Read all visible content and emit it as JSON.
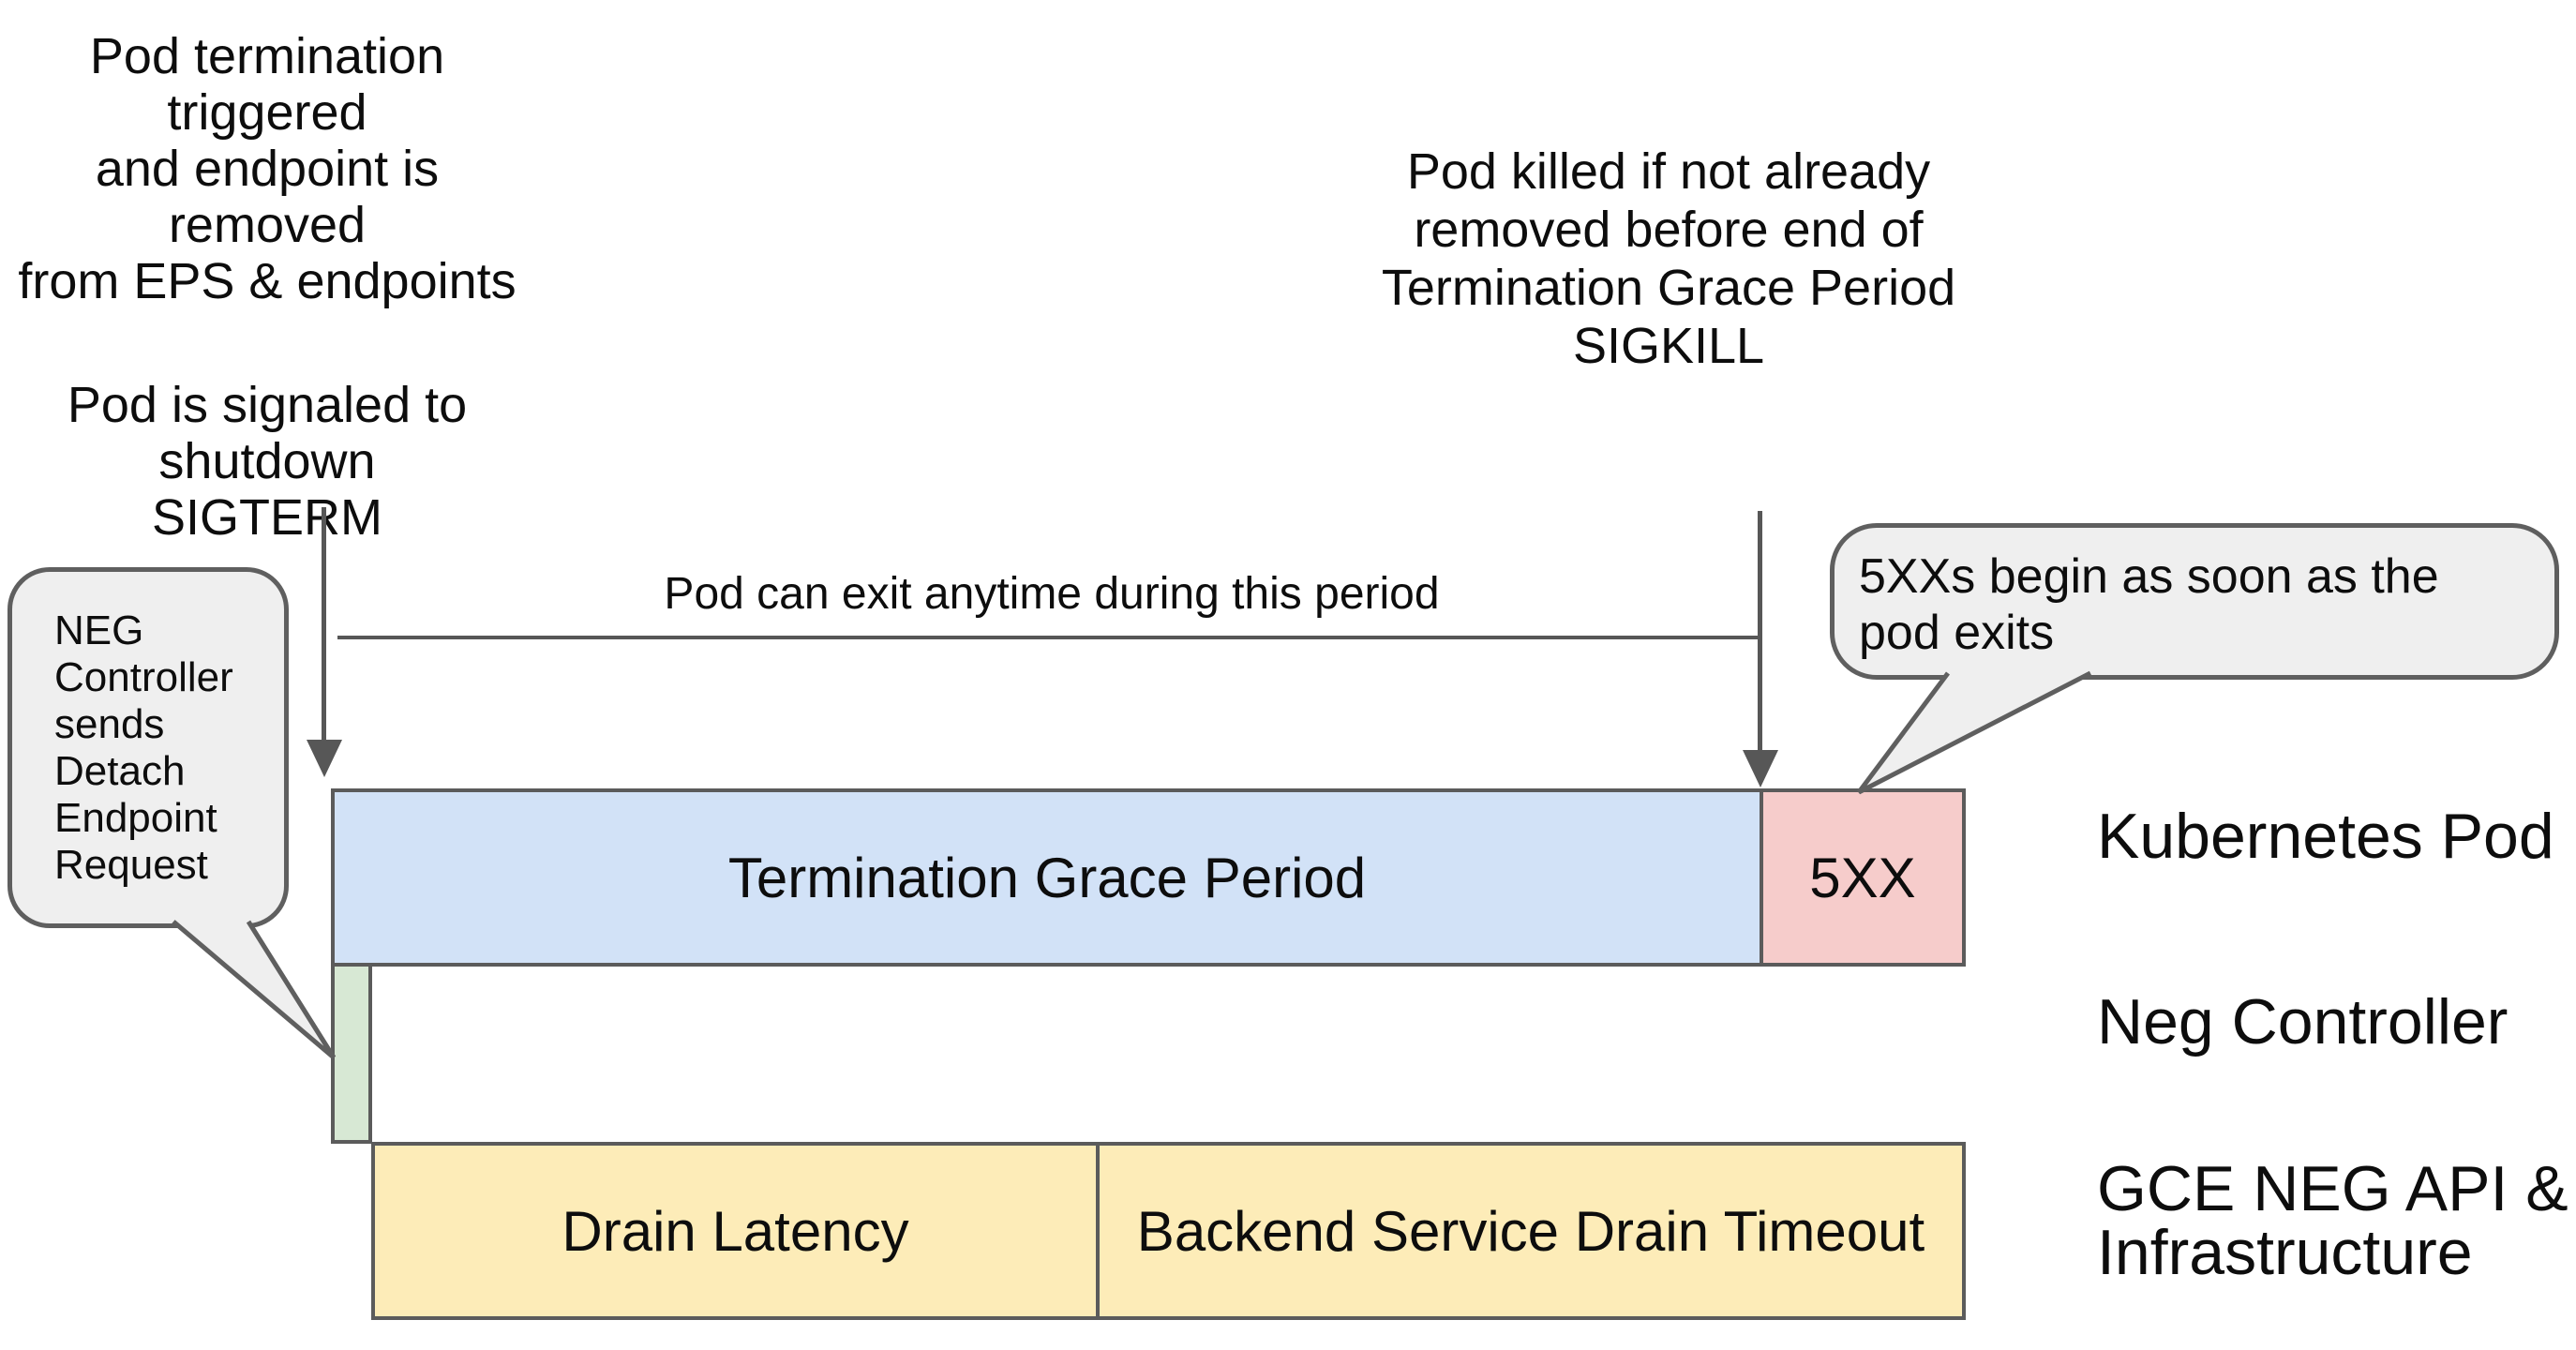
{
  "colors": {
    "grace_period": "#d2e2f7",
    "error_5xx": "#f6cccb",
    "detach": "#d7e8d4",
    "drain": "#fdecb8",
    "bubble": "#efefef",
    "line": "#575757",
    "border": "#5b5b5b"
  },
  "annotations": {
    "top_left_para1": [
      "Pod termination triggered",
      "and endpoint is removed",
      "from EPS & endpoints"
    ],
    "top_left_para2": [
      "Pod is signaled to shutdown",
      "SIGTERM"
    ],
    "top_right": [
      "Pod killed if not already",
      "removed before end of",
      "Termination Grace Period",
      "SIGKILL"
    ],
    "period_label": "Pod can exit anytime during this period"
  },
  "callouts": {
    "left_lines": [
      "NEG",
      "Controller",
      "sends",
      "Detach",
      "Endpoint",
      "Request"
    ],
    "right_lines": [
      "5XXs begin as soon as the",
      "pod exits"
    ]
  },
  "timeline": {
    "grace_label": "Termination Grace Period",
    "error_label": "5XX",
    "drain_latency_label": "Drain Latency",
    "backend_drain_label": "Backend Service Drain Timeout"
  },
  "row_labels": {
    "kubernetes_pod": "Kubernetes Pod",
    "neg_controller": "Neg Controller",
    "gce_line1": "GCE NEG API &",
    "gce_line2": "Infrastructure"
  }
}
